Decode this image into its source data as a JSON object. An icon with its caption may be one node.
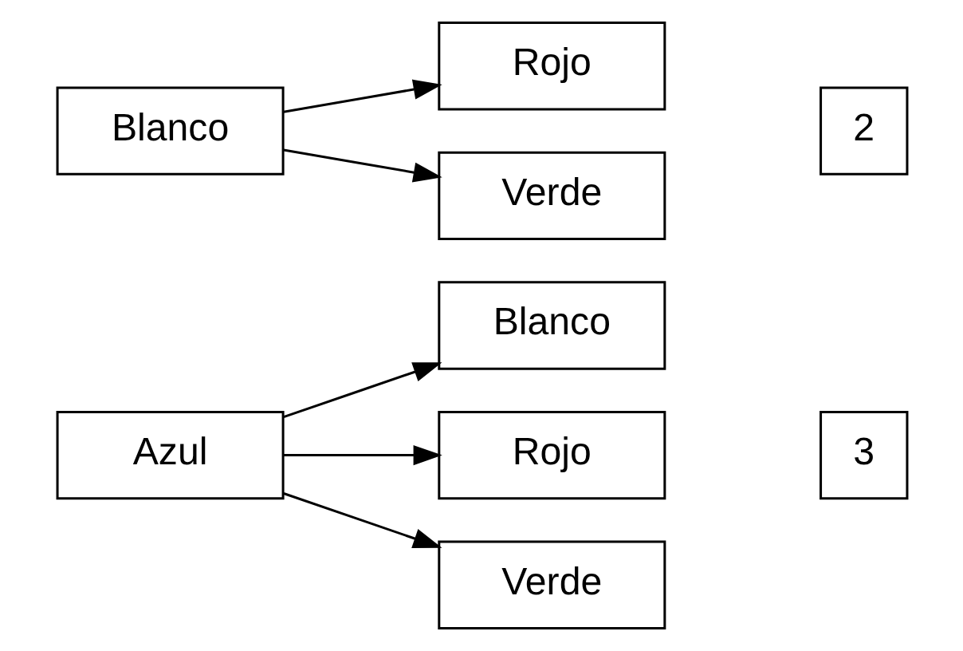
{
  "diagram": {
    "nodes": [
      {
        "text": [
          "Azul"
        ]
      },
      {
        "text": [
          "Blanco"
        ]
      },
      {
        "text": [
          "Rojo"
        ]
      },
      {
        "text": [
          "Verde"
        ]
      },
      {
        "text": [
          "3"
        ]
      },
      {
        "text": [
          "Blanco"
        ]
      },
      {
        "text": [
          "Rojo"
        ]
      },
      {
        "text": [
          "Verde"
        ]
      },
      {
        "text": [
          "2"
        ]
      }
    ],
    "edges": [
      {
        "from": 0,
        "to": 1,
        "arrow": "to"
      },
      {
        "from": 0,
        "to": 2,
        "arrow": "to"
      },
      {
        "from": 0,
        "to": 3,
        "arrow": "to"
      },
      {
        "from": 5,
        "to": 6,
        "arrow": "to"
      },
      {
        "from": 5,
        "to": 7,
        "arrow": "to"
      }
    ]
  }
}
